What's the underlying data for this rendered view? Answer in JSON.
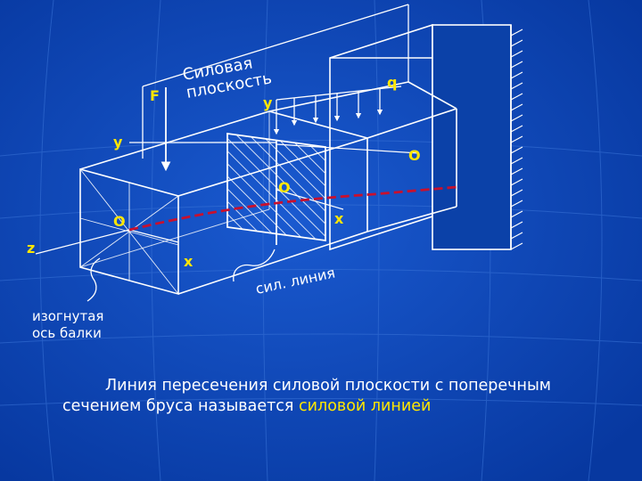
{
  "diagram": {
    "labels": {
      "force_plane_line1": "Силовая",
      "force_plane_line2": "плоскость",
      "force": "F",
      "load": "q",
      "y_top": "y",
      "y_left": "y",
      "origin_right": "O",
      "origin_center": "O",
      "origin_left": "O",
      "x_right": "x",
      "x_left": "x",
      "z": "z",
      "force_line": "сил. линия",
      "bent_axis_line1": "изогнутая",
      "bent_axis_line2": "ось балки"
    },
    "colors": {
      "background": "#0a3fa0",
      "lines": "#ffffff",
      "hatch": "#ffffff",
      "bent_axis": "#c8102e",
      "accent": "#ffe600"
    }
  },
  "caption": {
    "line1": "Линия пересечения силовой плоскости с поперечным",
    "line2_prefix": "сечением бруса называется ",
    "line2_highlight": "силовой линией"
  }
}
